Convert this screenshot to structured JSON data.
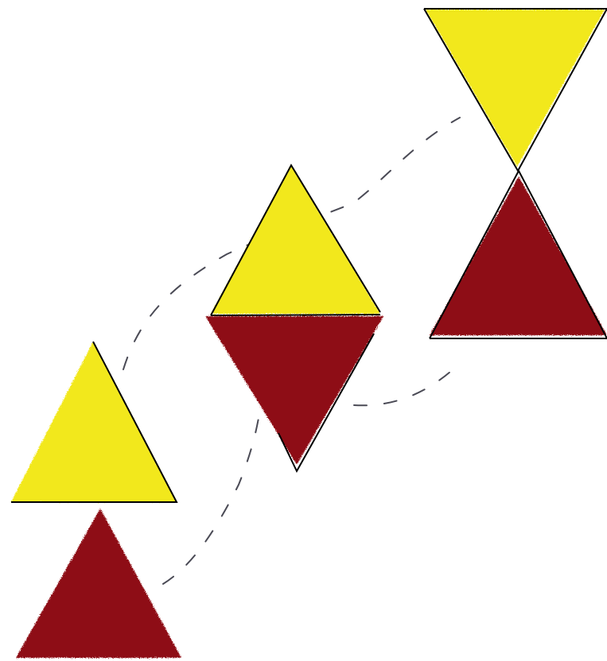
{
  "scene": {
    "background_color": "#ffffff",
    "felt_colors": {
      "yellow": "#f2e81f",
      "dark_red": "#8e0b12"
    },
    "outline_color": "#000000",
    "dashed_path_color": "#4a4a55",
    "shapes": [
      {
        "name": "yellow-triangle-left-up",
        "color": "yellow",
        "orientation": "up"
      },
      {
        "name": "red-triangle-left-up",
        "color": "dark_red",
        "orientation": "up"
      },
      {
        "name": "yellow-triangle-middle-up",
        "color": "yellow",
        "orientation": "up"
      },
      {
        "name": "red-triangle-middle-down",
        "color": "dark_red",
        "orientation": "down"
      },
      {
        "name": "yellow-triangle-right-down",
        "color": "yellow",
        "orientation": "down"
      },
      {
        "name": "red-triangle-right-up",
        "color": "dark_red",
        "orientation": "up"
      }
    ]
  }
}
